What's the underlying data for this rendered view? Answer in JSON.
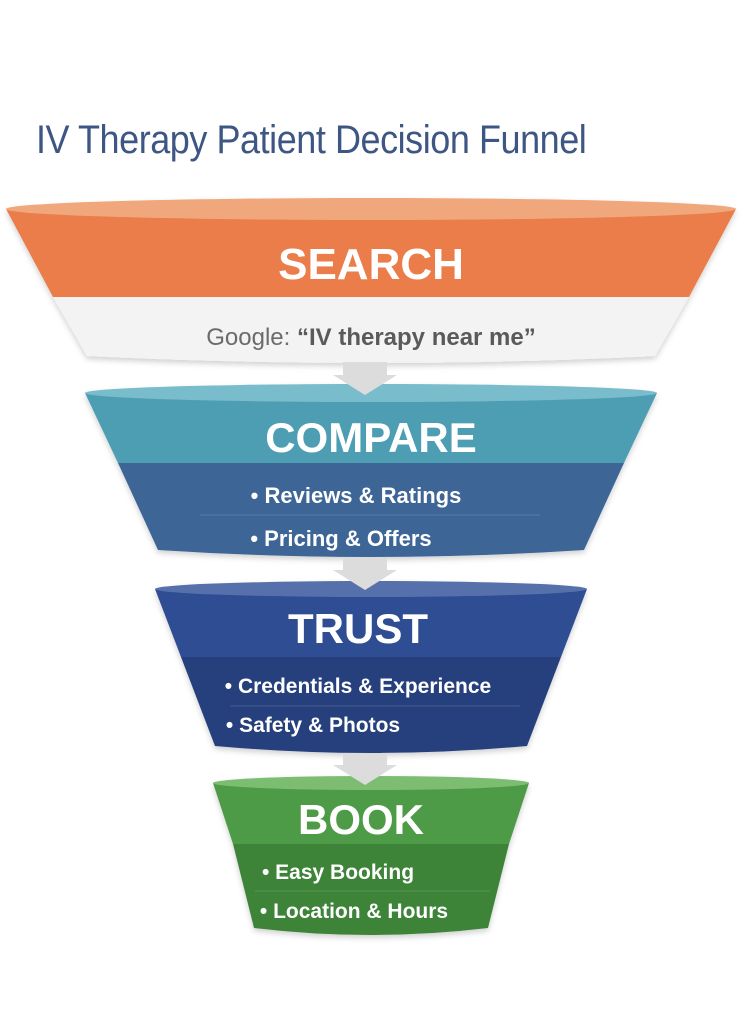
{
  "title": "IV Therapy Patient Decision Funnel",
  "stages": [
    {
      "name": "SEARCH",
      "sub_prefix": "Google: ",
      "sub_quote": "“IV therapy near me”",
      "items": [],
      "colors": {
        "top": "#ea7d48",
        "rim": "#f1a77b",
        "band": "#f3f3f3"
      }
    },
    {
      "name": "COMPARE",
      "items": [
        "• Reviews & Ratings",
        "• Pricing & Offers"
      ],
      "colors": {
        "top": "#4d9db3",
        "rim": "#79bccc",
        "band": "#3c6596"
      }
    },
    {
      "name": "TRUST",
      "items": [
        "• Credentials & Experience",
        "• Safety & Photos"
      ],
      "colors": {
        "top": "#2f4d92",
        "rim": "#5670ab",
        "band": "#26407d"
      }
    },
    {
      "name": "BOOK",
      "items": [
        "• Easy Booking",
        "• Location & Hours"
      ],
      "colors": {
        "top": "#4e9b47",
        "rim": "#7cbd72",
        "band": "#3e8338"
      }
    }
  ],
  "arrow_color": "#dcdcdc"
}
